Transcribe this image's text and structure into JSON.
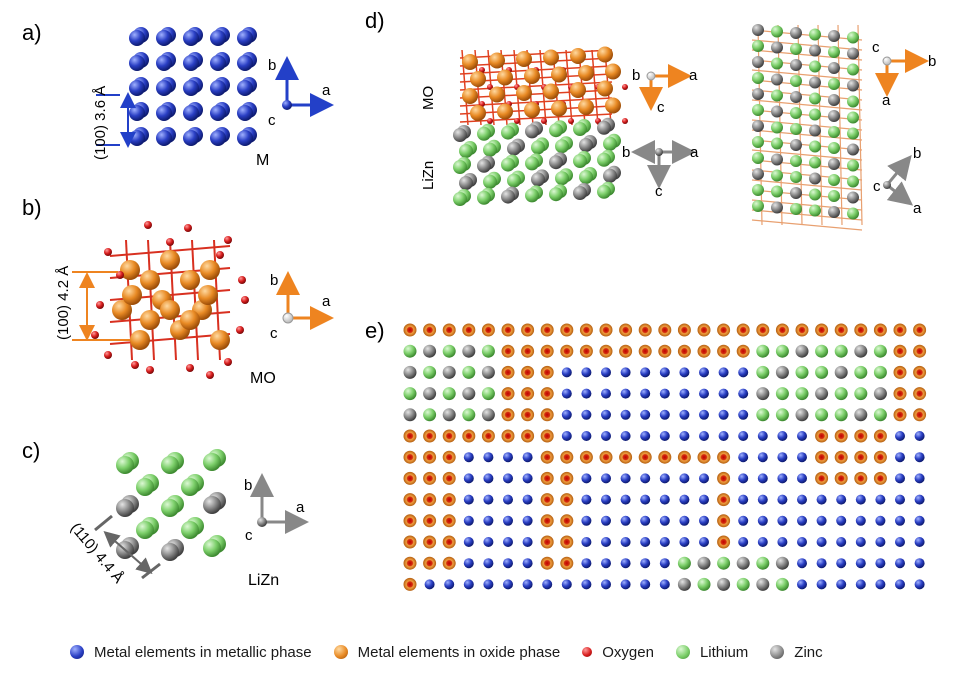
{
  "panels": {
    "a": {
      "label": "a)",
      "dim": "(100) 3.6 Å",
      "name": "M"
    },
    "b": {
      "label": "b)",
      "dim": "(100) 4.2 Å",
      "name": "MO"
    },
    "c": {
      "label": "c)",
      "dim": "(110) 4.4 Å",
      "name": "LiZn"
    },
    "d": {
      "label": "d)",
      "upper": "MO",
      "lower": "LiZn"
    },
    "e": {
      "label": "e)"
    }
  },
  "axes": {
    "a": "a",
    "b": "b",
    "c": "c"
  },
  "colors": {
    "metal": "#2a3fc4",
    "oxide": "#e88a24",
    "oxygen": "#d81e1e",
    "lithium": "#7ccf6a",
    "zinc": "#8a8a8a",
    "axis_blue": "#2340c8",
    "axis_orange": "#ee8420",
    "axis_gray": "#888888"
  },
  "legend": [
    {
      "label": "Metal elements in metallic phase",
      "color": "#2a3fc4",
      "icon": "blue-sphere"
    },
    {
      "label": "Metal elements in oxide phase",
      "color": "#e88a24",
      "icon": "orange-sphere"
    },
    {
      "label": "Oxygen",
      "color": "#d81e1e",
      "icon": "red-sphere"
    },
    {
      "label": "Lithium",
      "color": "#7ccf6a",
      "icon": "green-sphere"
    },
    {
      "label": "Zinc",
      "color": "#8a8a8a",
      "icon": "gray-sphere"
    }
  ]
}
